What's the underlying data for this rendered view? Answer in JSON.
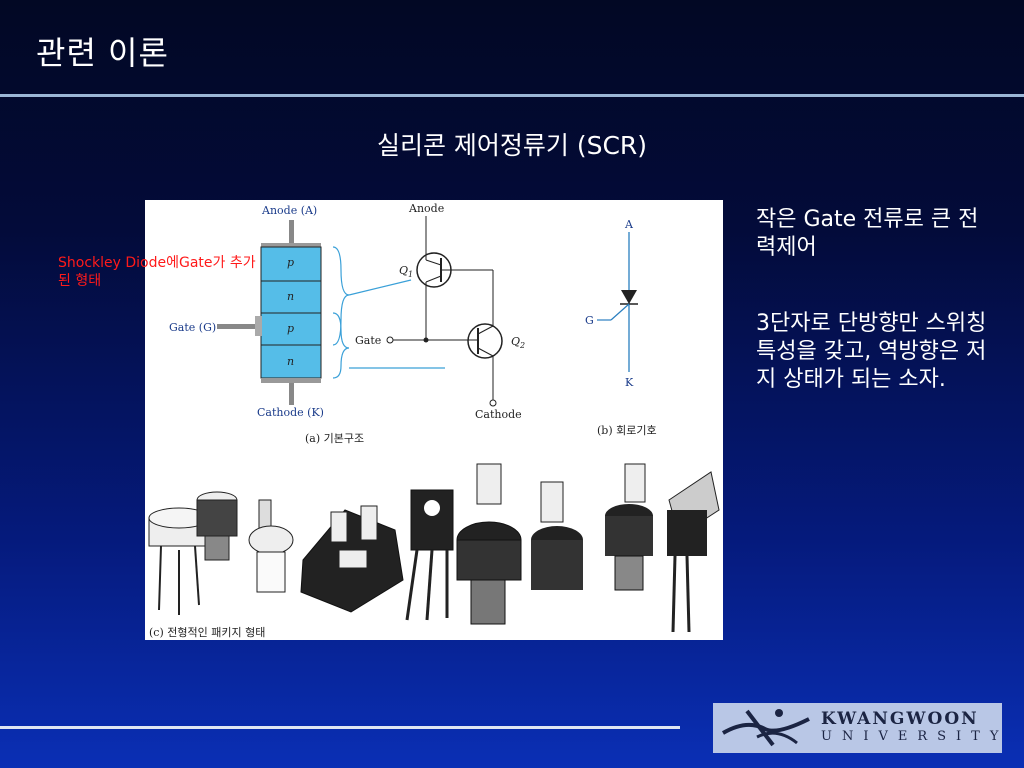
{
  "slide": {
    "title": "관련 이론",
    "subtitle": "실리콘 제어정류기 (SCR)",
    "note": "Shockley Diode에Gate가 추가된 형태",
    "bullets": [
      "작은 Gate 전류로 큰 전력제어",
      "3단자로 단방향만 스위칭 특성을 갖고, 역방향은 저지 상태가 되는 소자."
    ]
  },
  "figure": {
    "layers": [
      "p",
      "n",
      "p",
      "n"
    ],
    "labels": {
      "anode_a": "Anode (A)",
      "cathode_k": "Cathode (K)",
      "gate_g": "Gate (G)",
      "anode": "Anode",
      "cathode": "Cathode",
      "gate": "Gate",
      "q1": "Q",
      "q1_sub": "1",
      "q2": "Q",
      "q2_sub": "2",
      "sym_a": "A",
      "sym_g": "G",
      "sym_k": "K"
    },
    "captions": {
      "a": "(a) 기본구조",
      "b": "(b) 회로기호",
      "c": "(c) 전형적인 패키지 형태"
    },
    "colors": {
      "layer_fill": "#55bde8",
      "label_blue": "#1a3b8a"
    }
  },
  "logo": {
    "name": "KWANGWOON",
    "sub": "UNIVERSITY"
  }
}
